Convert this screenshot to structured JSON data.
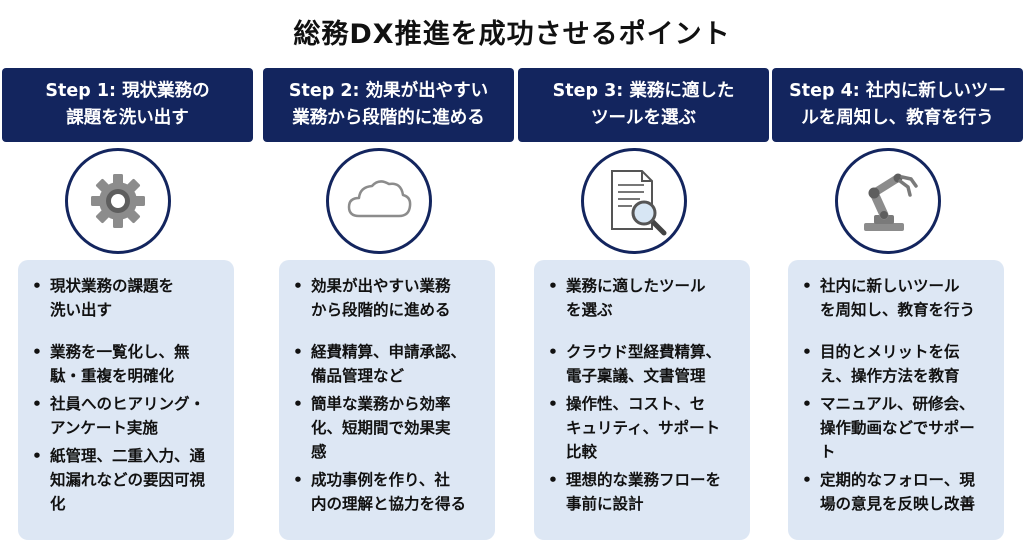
{
  "title": "総務DX推進を成功させるポイント",
  "colors": {
    "header_bg": "#13255e",
    "card_bg": "#dde7f4",
    "icon_border": "#13255e",
    "icon_gray": "#8c8c8c"
  },
  "steps": [
    {
      "header": "Step 1: 現状業務の\n課題を洗い出す",
      "icon": "gear-icon",
      "bullets": [
        "現状業務の課題を\n洗い出す",
        "業務を一覧化し、無\n駄・重複を明確化",
        "社員へのヒアリング・\nアンケート実施",
        "紙管理、二重入力、通\n知漏れなどの要因可視\n化"
      ]
    },
    {
      "header": "Step 2: 効果が出やすい\n業務から段階的に進める",
      "icon": "cloud-icon",
      "bullets": [
        "効果が出やすい業務\nから段階的に進める",
        "経費精算、申請承認、\n備品管理など",
        "簡単な業務から効率\n化、短期間で効果実\n感",
        "成功事例を作り、社\n内の理解と協力を得る"
      ]
    },
    {
      "header": "Step 3: 業務に適した\nツールを選ぶ",
      "icon": "document-search-icon",
      "bullets": [
        "業務に適したツール\nを選ぶ",
        "クラウド型経費精算、\n電子稟議、文書管理",
        "操作性、コスト、セ\nキュリティ、サポート\n比較",
        "理想的な業務フローを\n事前に設計"
      ]
    },
    {
      "header": "Step 4: 社内に新しいツー\nルを周知し、教育を行う",
      "icon": "robot-arm-icon",
      "bullets": [
        "社内に新しいツール\nを周知し、教育を行う",
        "目的とメリットを伝\nえ、操作方法を教育",
        "マニュアル、研修会、\n操作動画などでサポー\nト",
        "定期的なフォロー、現\n場の意見を反映し改善"
      ]
    }
  ]
}
